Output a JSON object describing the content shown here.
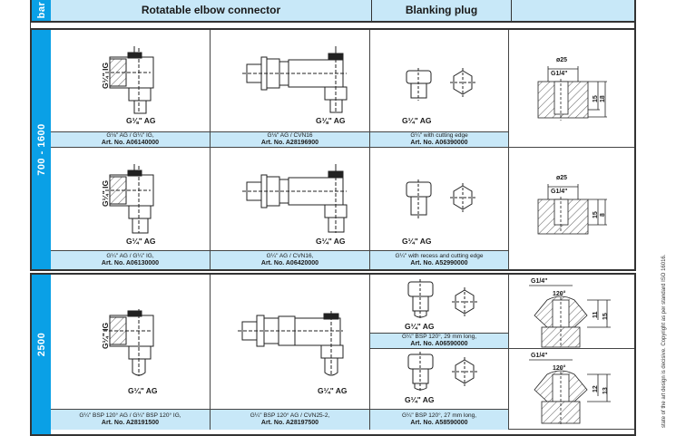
{
  "header": {
    "band_label": "bar",
    "col1_title": "Rotatable elbow connector",
    "col3_title": "Blanking plug",
    "col4_title": ""
  },
  "sections": [
    {
      "pressure": "700 - 1600",
      "rows": [
        {
          "connector_a": {
            "label_side": "G¼\" IG",
            "label_bottom": "G⅛\" AG",
            "desc": "G⅛\" AG / G¼\" IG,",
            "art": "Art. No. A06140000"
          },
          "connector_b": {
            "label_bottom": "G⅛\" AG",
            "desc": "G⅛\" AG / CVN16",
            "art": "Art. No. A28196900"
          },
          "plug": {
            "label_bottom": "G¼\" AG",
            "desc": "G¼\" with cutting edge",
            "art": "Art. No. A06390000"
          },
          "drawing": {
            "dia": "ø25",
            "thread": "G1/4\"",
            "dim1": "15",
            "dim2": "18"
          }
        },
        {
          "connector_a": {
            "label_side": "G¼\" IG",
            "label_bottom": "G¼\" AG",
            "desc": "G¼\" AG / G¼\" IG,",
            "art": "Art. No. A06130000"
          },
          "connector_b": {
            "label_bottom": "G¼\" AG",
            "desc": "G¼\" AG / CVN16,",
            "art": "Art. No. A06420000"
          },
          "plug": {
            "label_bottom": "G¼\" AG",
            "desc": "G¼\" with recess and cutting edge",
            "art": "Art. No. A52990000"
          },
          "drawing": {
            "dia": "ø25",
            "thread": "G1/4\"",
            "dim1": "15",
            "dim2": "8"
          }
        }
      ]
    },
    {
      "pressure": "2500",
      "rows": [
        {
          "connector_a": {
            "label_side": "G¼\" IG",
            "label_bottom": "G¼\" AG",
            "desc": "G¼\" BSP 120° AG / G¼\" BSP 120° IG,",
            "art": "Art. No. A28191500"
          },
          "connector_b": {
            "label_bottom": "G¼\" AG",
            "desc": "G¼\" BSP 120° AG / CVN25-2,",
            "art": "Art. No. A28197500"
          },
          "plugs": [
            {
              "label_bottom": "G¼\" AG",
              "desc": "G¼\" BSP 120°, 29 mm long,",
              "art": "Art. No. A06590000",
              "drawing": {
                "thread": "G1/4\"",
                "angle": "120°",
                "dim1": "11",
                "dim2": "15"
              }
            },
            {
              "label_bottom": "G¼\" AG",
              "desc": "G¼\" BSP 120°, 27 mm long,",
              "art": "Art. No. A58590000",
              "drawing": {
                "thread": "G1/4\"",
                "angle": "120°",
                "dim1": "12",
                "dim2": "13"
              }
            }
          ]
        }
      ]
    }
  ],
  "footer_note": "state of the art design is decisive. Copyright as per standard ISO 16016.",
  "colors": {
    "band": "#0aa0e6",
    "header_bg": "#c8e8f8",
    "border": "#333333"
  }
}
